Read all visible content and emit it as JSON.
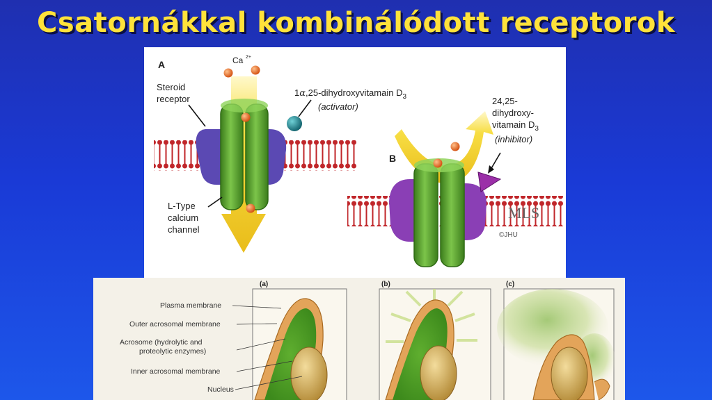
{
  "slide": {
    "title": "Csatornákkal kombinálódott receptorok"
  },
  "figure_top": {
    "panel_a_letter": "A",
    "panel_b_letter": "B",
    "calcium_label": "Ca",
    "calcium_charge": "2+",
    "steroid_receptor_line1": "Steroid",
    "steroid_receptor_line2": "receptor",
    "activator_name_prefix": "1",
    "activator_name_alpha": "α",
    "activator_name_rest": ",25-dihydroxyvitamain D",
    "activator_subscript": "3",
    "activator_role": "(activator)",
    "inhibitor_line1": "24,25-",
    "inhibitor_line2": "dihydroxy-",
    "inhibitor_line3": "vitamain D",
    "inhibitor_subscript": "3",
    "inhibitor_role": "(inhibitor)",
    "channel_line1": "L-Type",
    "channel_line2": "calcium",
    "channel_line3": "channel",
    "logo_letters": "MLS",
    "copyright": "©JHU",
    "colors": {
      "membrane": "#c0262a",
      "channel_green": "#5aa12e",
      "receptor_purple_a": "#5b49b3",
      "receptor_purple_b": "#8a3fb5",
      "arrow_yellow": "#f2cf10",
      "calcium_orange": "#e8651a",
      "activator_teal": "#1d8a95"
    }
  },
  "figure_bottom": {
    "panel_a_label": "(a)",
    "panel_b_label": "(b)",
    "panel_c_label": "(c)",
    "labels": [
      "Plasma membrane",
      "Outer acrosomal membrane",
      "Acrosome (hydrolytic and",
      "proteolytic enzymes)",
      "Inner acrosomal membrane",
      "Nucleus"
    ],
    "colors": {
      "acrosome_green": "#4f9a2a",
      "nucleus_tan": "#c9a455",
      "cell_orange": "#e3a45a"
    }
  }
}
